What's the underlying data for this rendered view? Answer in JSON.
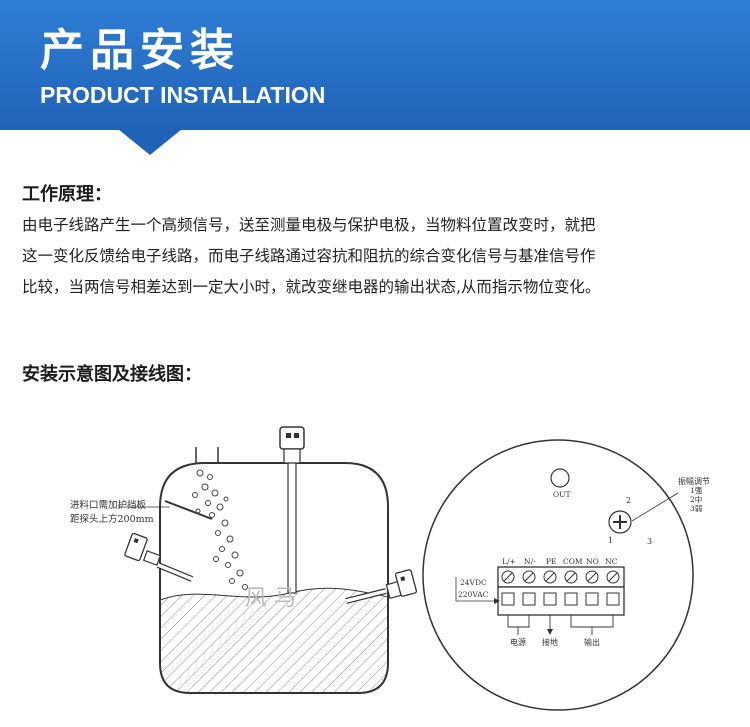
{
  "header": {
    "title": "产品安装",
    "subtitle": "PRODUCT INSTALLATION"
  },
  "principle": {
    "heading": "工作原理：",
    "lines": [
      "由电子线路产生一个高频信号，送至测量电极与保护电极，当物料位置改变时，就把",
      "这一变化反馈给电子线路，而电子线路通过容抗和阻抗的综合变化信号与基准信号作",
      "比较，当两信号相差达到一定大小时，就改变继电器的输出状态,从而指示物位变化。"
    ]
  },
  "diagram": {
    "heading": "安装示意图及接线图：",
    "tank": {
      "note_line1": "进料口需加护挡板",
      "note_line2": "距探头上方200mm",
      "watermark": "风  马"
    },
    "terminal": {
      "out_label": "OUT",
      "sensitivity_title": "振幅调节",
      "sensitivity_levels": [
        "1强",
        "2中",
        "3弱"
      ],
      "dial_numbers": [
        "2",
        "1",
        "3"
      ],
      "terminal_labels": [
        "L/+",
        "N/-",
        "PE",
        "COM",
        "NO",
        "NC"
      ],
      "power_labels": [
        "24VDC",
        "220VAC"
      ],
      "group_labels": [
        "电源",
        "接地",
        "输出"
      ]
    }
  }
}
